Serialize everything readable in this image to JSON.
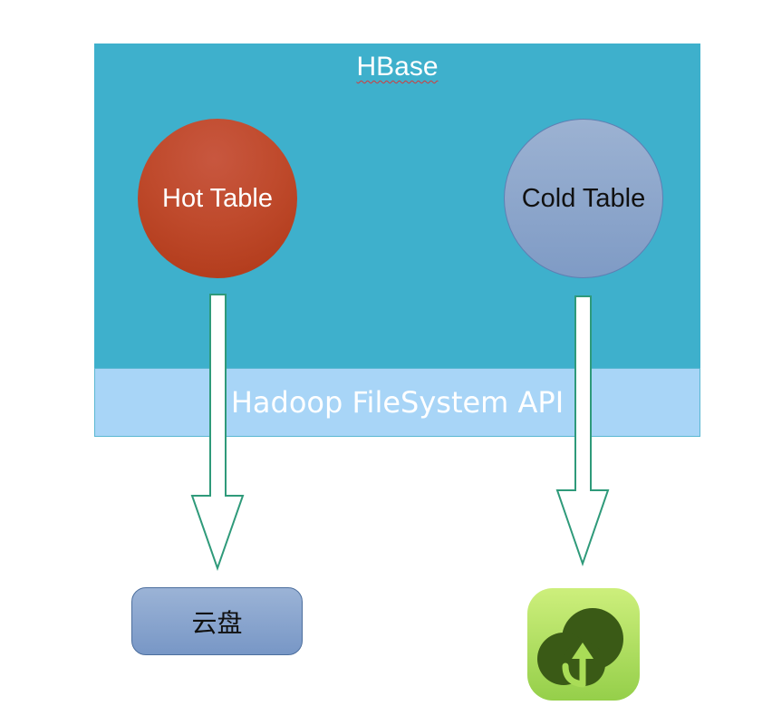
{
  "hbase": {
    "title": "HBase"
  },
  "api": {
    "label": "Hadoop FileSystem API"
  },
  "tables": {
    "hot": {
      "label": "Hot Table"
    },
    "cold": {
      "label": "Cold Table"
    }
  },
  "targets": {
    "disk": {
      "label": "云盘"
    },
    "cloud_app_icon": "cloud-upload-icon"
  },
  "colors": {
    "hbase_bg": "#3eb0cc",
    "api_bar": "#a8d5f7",
    "hot": "#bf4a2c",
    "cold": "#8ea8cc",
    "arrow_stroke": "#2f9a7a",
    "app_green": "#a9dc57",
    "app_dark": "#3a5a16"
  }
}
